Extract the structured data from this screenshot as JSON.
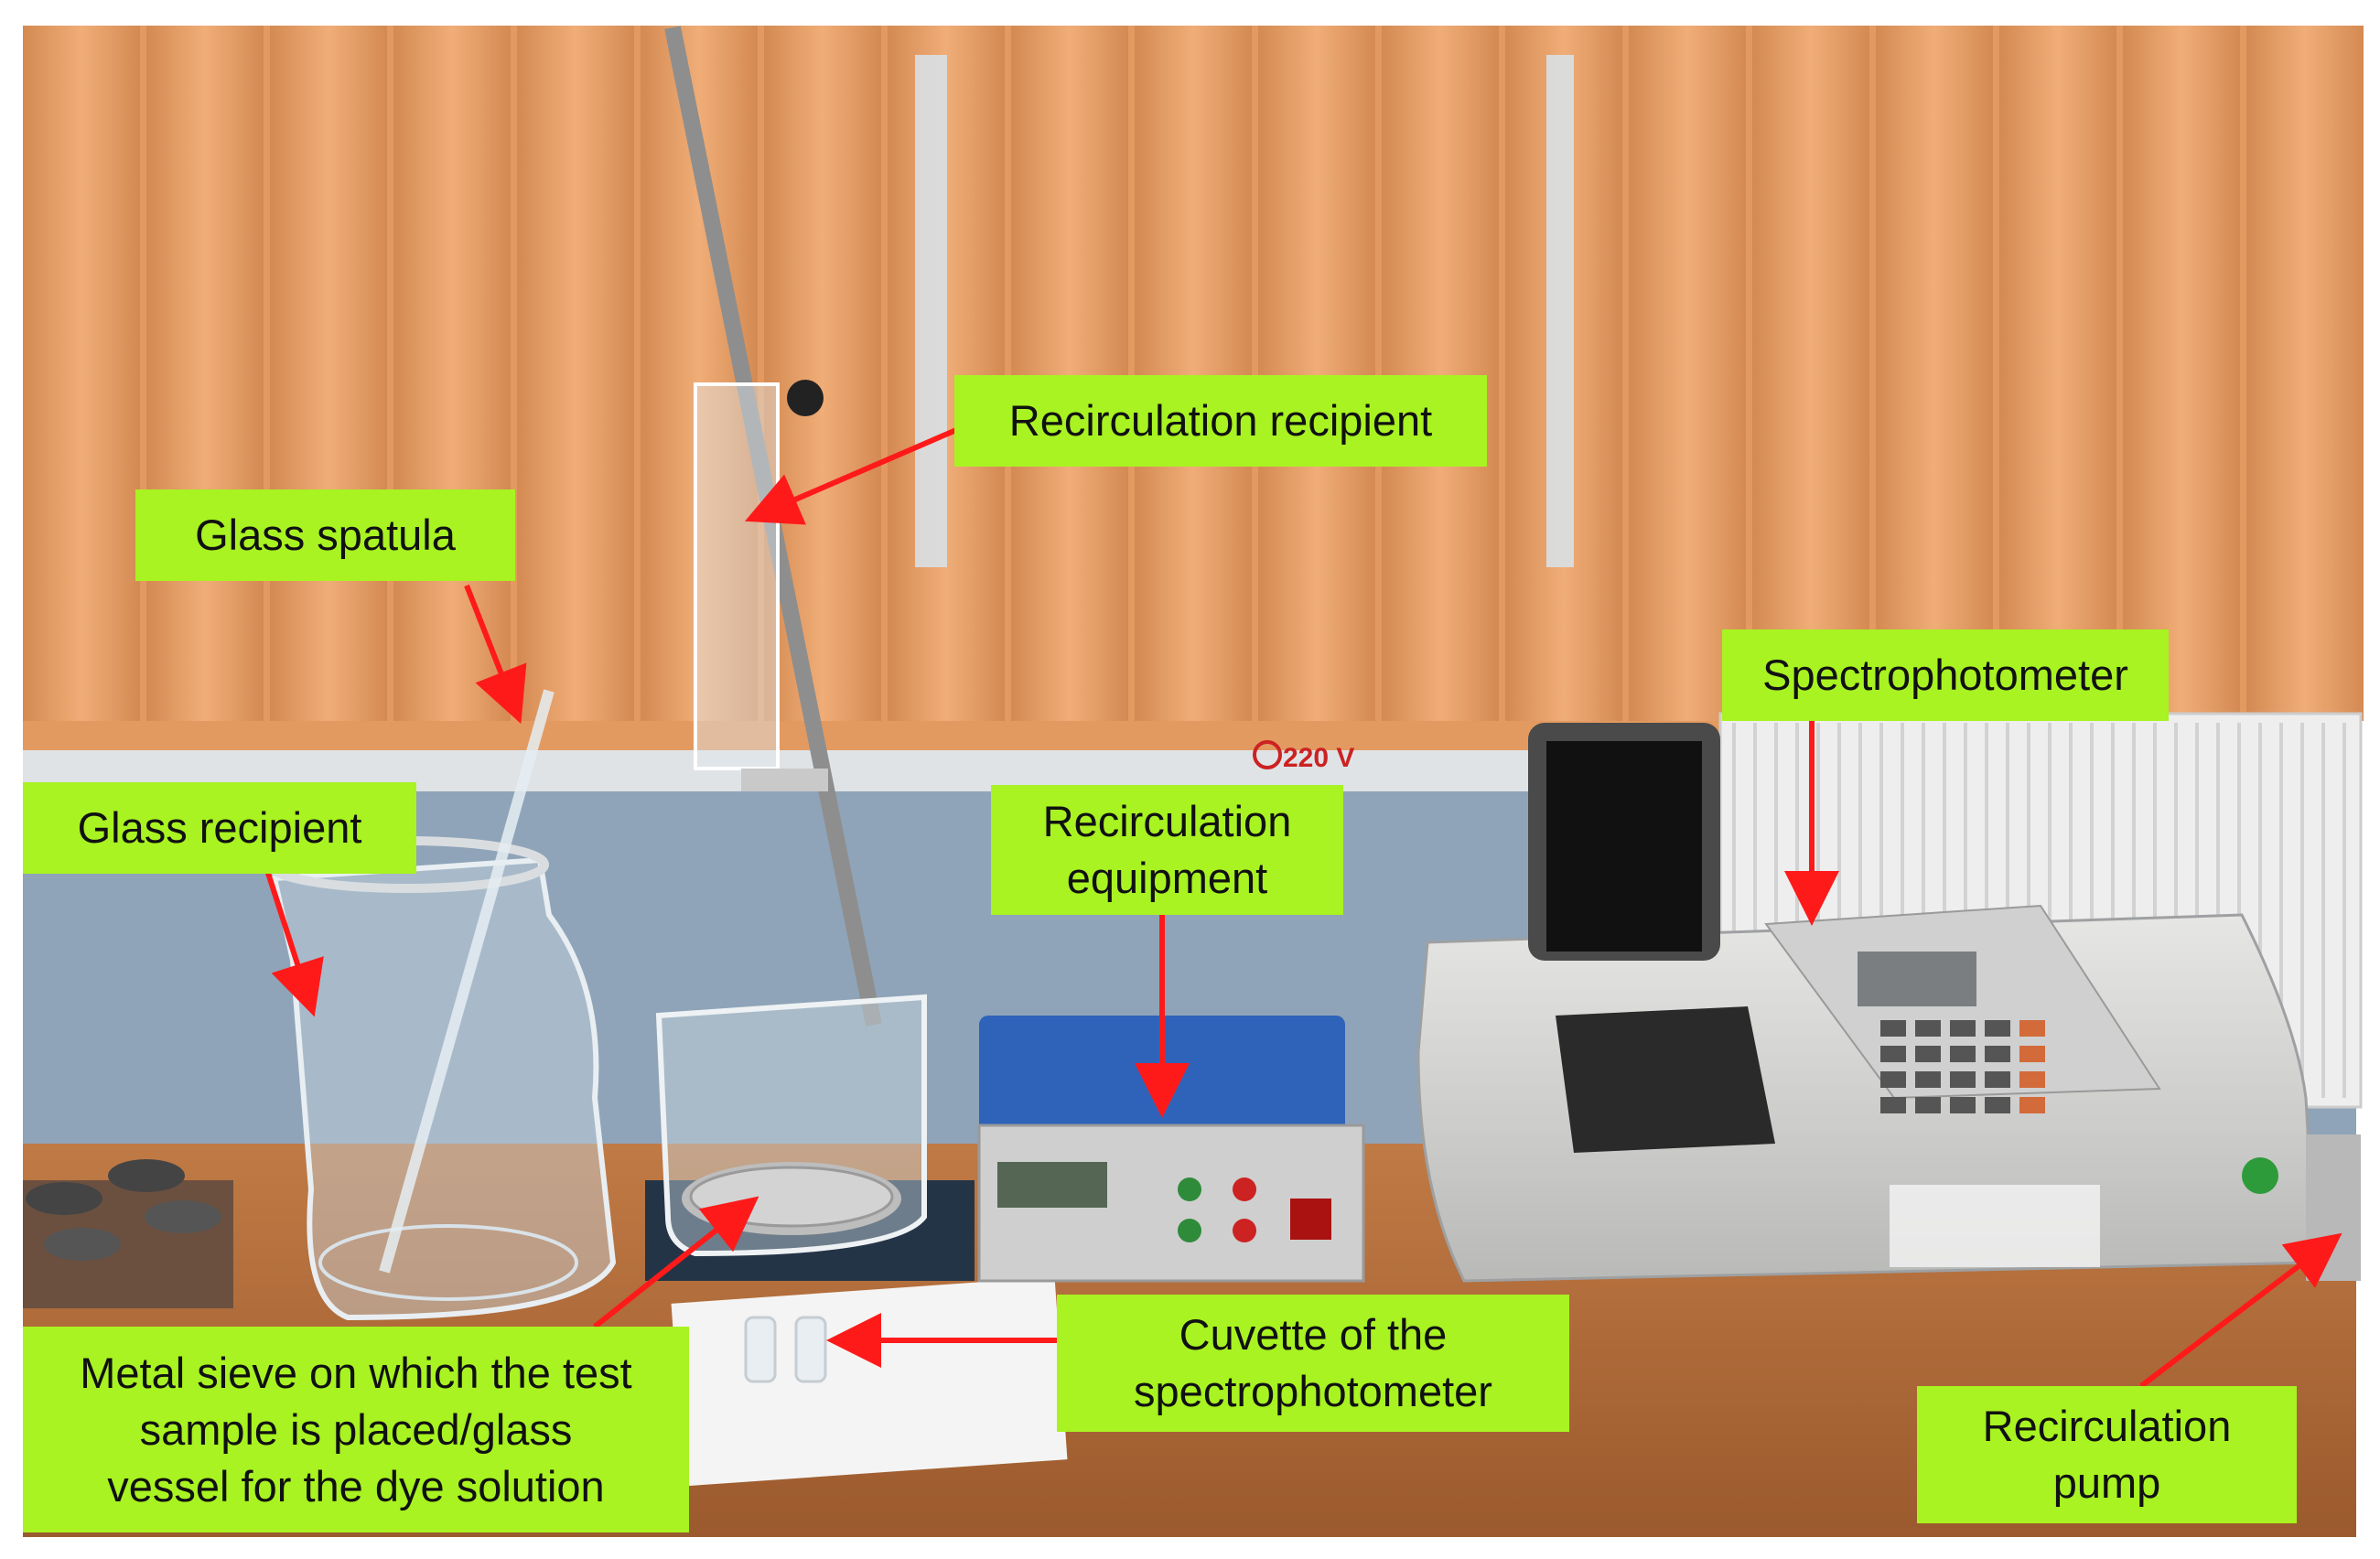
{
  "figure": {
    "scene": "Laboratory bench in front of orange vertical blinds with glassware, a recirculation setup and a spectrophotometer",
    "panel_text": {
      "outlet": "220 V"
    },
    "colors": {
      "label_fill": "#a8f321",
      "arrow": "#ff1a1a",
      "blinds": "#e8a06a",
      "wall": "#8fa4b8",
      "bench": "#b06a3a"
    }
  },
  "labels": {
    "recirculation_recipient": "Recirculation recipient",
    "glass_spatula": "Glass spatula",
    "spectrophotometer": "Spectrophotometer",
    "glass_recipient": "Glass recipient",
    "recirculation_equipment": "Recirculation\nequipment",
    "metal_sieve": "Metal sieve on which the test\nsample is placed/glass\nvessel for the dye solution",
    "cuvette": "Cuvette of the\nspectrophotometer",
    "recirculation_pump": "Recirculation\npump"
  }
}
